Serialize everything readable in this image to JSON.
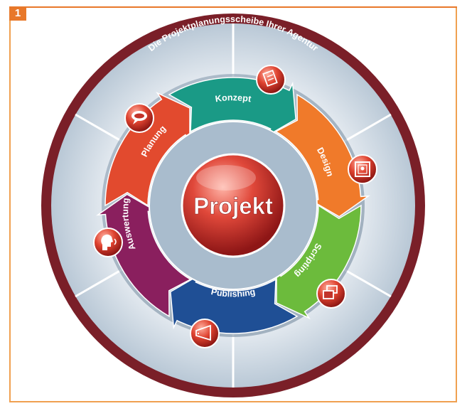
{
  "badge": {
    "number": "1"
  },
  "disc": {
    "title": "Die Projektplanungsscheibe Ihrer Agentur",
    "center": "Projekt"
  },
  "segments": [
    {
      "label": "Konzept",
      "color": "#1a9a86",
      "icon": "clipboard-icon"
    },
    {
      "label": "Design",
      "color": "#f07a2a",
      "icon": "picture-frame-icon"
    },
    {
      "label": "Scripting",
      "color": "#6cbb3c",
      "icon": "windows-icon"
    },
    {
      "label": "Publishing",
      "color": "#1f4f95",
      "icon": "megaphone-icon"
    },
    {
      "label": "Auswertung",
      "color": "#8a1f5e",
      "icon": "speaking-head-icon"
    },
    {
      "label": "Planung",
      "color": "#e24a2e",
      "icon": "speech-bubble-icon"
    }
  ],
  "colors": {
    "ring": "#7a1f28",
    "frame": "#e8782a",
    "ball": "#d83a2e"
  }
}
